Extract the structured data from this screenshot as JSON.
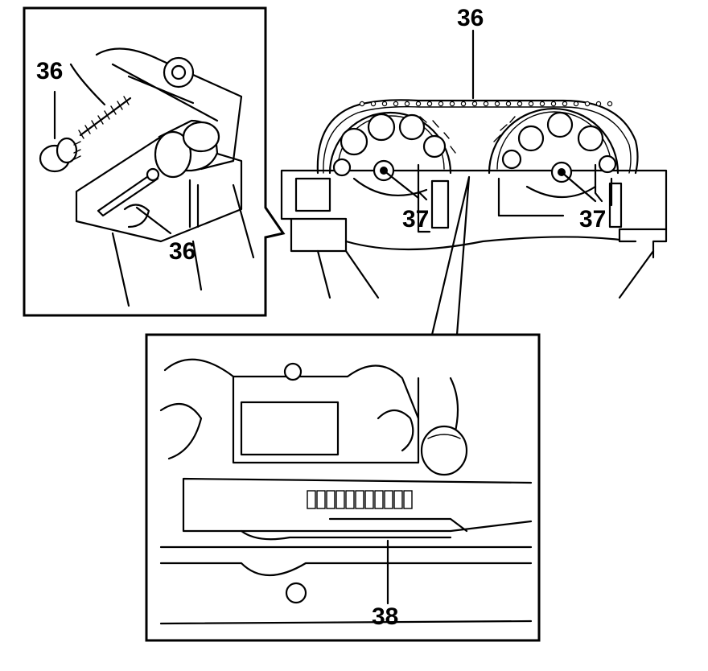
{
  "callouts": {
    "inset_top_left_upper": "36",
    "inset_top_left_lower": "36",
    "chain_top": "36",
    "sprocket_left": "37",
    "sprocket_right": "37",
    "lower_inset_guide": "38"
  }
}
